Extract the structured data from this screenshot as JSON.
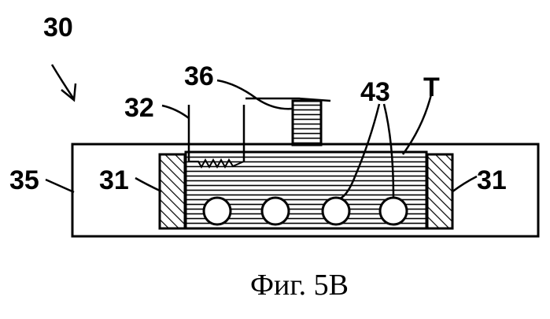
{
  "figure": {
    "caption": "Фиг. 5B",
    "labels": {
      "assembly": "30",
      "pad_left": "31",
      "pad_right": "31",
      "element_32": "32",
      "housing": "35",
      "element_36": "36",
      "elements_43": "43",
      "region_t": "T"
    }
  }
}
